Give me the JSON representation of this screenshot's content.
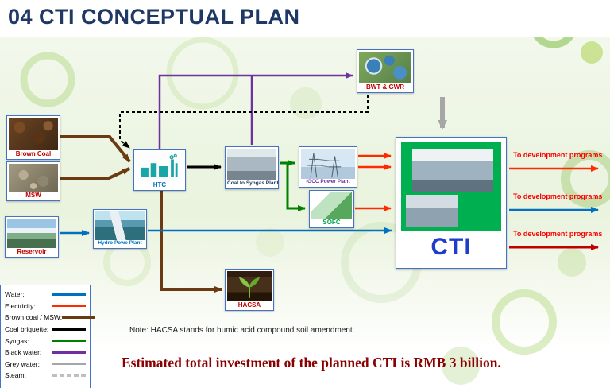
{
  "title": "04 CTI CONCEPTUAL PLAN",
  "colors": {
    "title": "#1F3864",
    "water": "#0070C0",
    "electricity": "#FF2A00",
    "brown_coal": "#6B3A12",
    "coal_briquette": "#000000",
    "syngas": "#008000",
    "black_water": "#7030A0",
    "grey_water": "#A6A6A6",
    "steam": "#BFBFBF",
    "dev_arrow_dark": "#C00000",
    "cti_green": "#00B050",
    "footer": "#8B0000"
  },
  "nodes": {
    "brown_coal": {
      "label": "Brown Coal"
    },
    "msw": {
      "label": "MSW"
    },
    "reservoir": {
      "label": "Reservoir"
    },
    "htc": {
      "label": "HTC"
    },
    "hydro_power": {
      "label": "Hydro Powe Plant"
    },
    "coal_to_syngas": {
      "label": "Coal to Syngas Plant"
    },
    "igcc": {
      "label": "IGCC Power Plant"
    },
    "sofc": {
      "label": "SOFC"
    },
    "bwt_gwr": {
      "label": "BWT & GWR"
    },
    "hacsa": {
      "label": "HACSA"
    },
    "cti": {
      "label": "CTI"
    }
  },
  "outputs": [
    {
      "label": "To development programs"
    },
    {
      "label": "To development programs"
    },
    {
      "label": "To development programs"
    }
  ],
  "legend": {
    "items": [
      {
        "label": "Water:"
      },
      {
        "label": "Electricity:"
      },
      {
        "label": "Brown coal / MSW:"
      },
      {
        "label": "Coal briquette:"
      },
      {
        "label": "Syngas:"
      },
      {
        "label": "Black water:"
      },
      {
        "label": "Grey water:"
      },
      {
        "label": "Steam:"
      }
    ]
  },
  "note": "Note: HACSA stands for humic acid compound soil amendment.",
  "footer": "Estimated total investment of the planned CTI  is RMB 3 billion."
}
